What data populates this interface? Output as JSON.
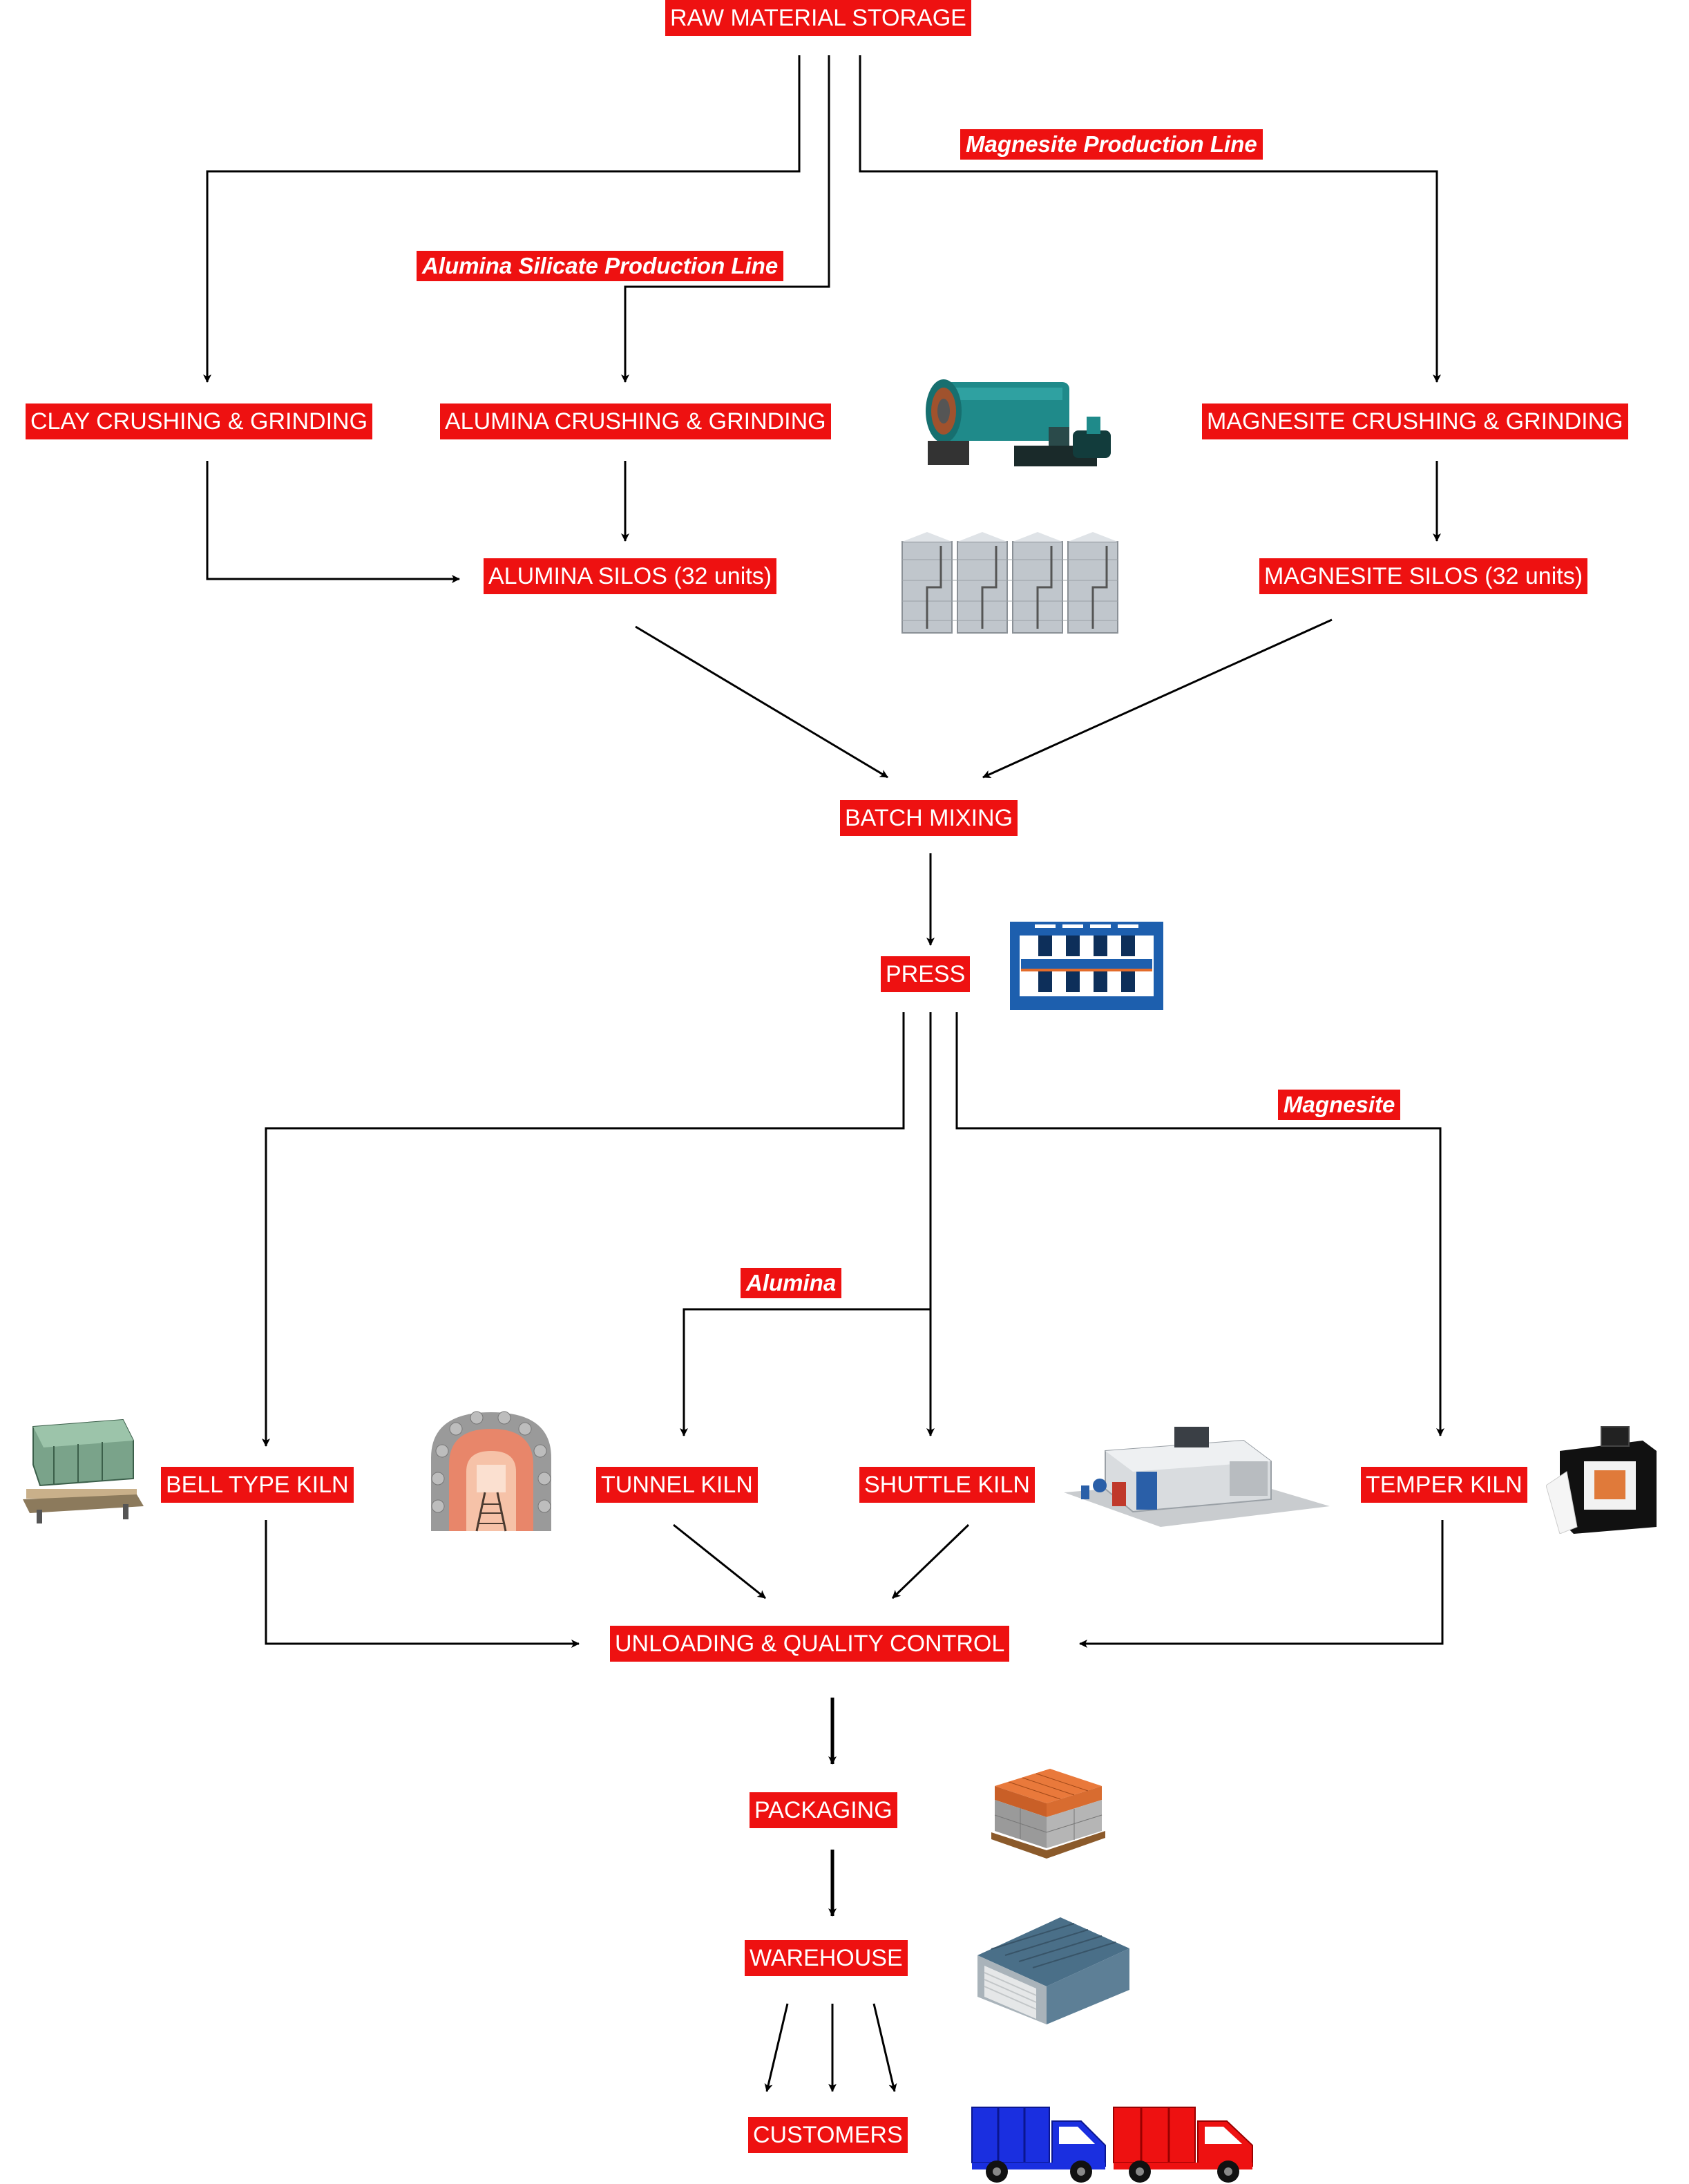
{
  "nodes": {
    "raw_material_storage": "RAW MATERIAL STORAGE",
    "clay_crushing": "CLAY CRUSHING & GRINDING",
    "alumina_crushing": "ALUMINA CRUSHING & GRINDING",
    "magnesite_crushing": "MAGNESITE  CRUSHING & GRINDING",
    "alumina_silos": "ALUMINA SILOS (32 units)",
    "magnesite_silos": "MAGNESITE SILOS (32 units)",
    "batch_mixing": "BATCH MIXING",
    "press": "PRESS",
    "bell_type_kiln": "BELL TYPE KILN",
    "tunnel_kiln": "TUNNEL KILN",
    "shuttle_kiln": "SHUTTLE KILN",
    "temper_kiln": "TEMPER KILN",
    "unloading_qc": "UNLOADING & QUALITY CONTROL",
    "packaging": "PACKAGING",
    "warehouse": "WAREHOUSE",
    "customers": "CUSTOMERS"
  },
  "line_labels": {
    "magnesite_line": "Magnesite Production Line",
    "alumina_silicate_line": "Alumina Silicate Production Line",
    "magnesite": "Magnesite",
    "alumina": "Alumina"
  },
  "illustrations": [
    "ball-mill-icon",
    "silos-icon",
    "press-machine-icon",
    "bell-kiln-icon",
    "tunnel-kiln-icon",
    "shuttle-kiln-icon",
    "temper-kiln-icon",
    "pallet-icon",
    "warehouse-icon",
    "blue-truck-icon",
    "red-truck-icon"
  ],
  "colors": {
    "box_fill": "#ee1111",
    "box_text": "#ffffff",
    "arrows": "#000000"
  }
}
